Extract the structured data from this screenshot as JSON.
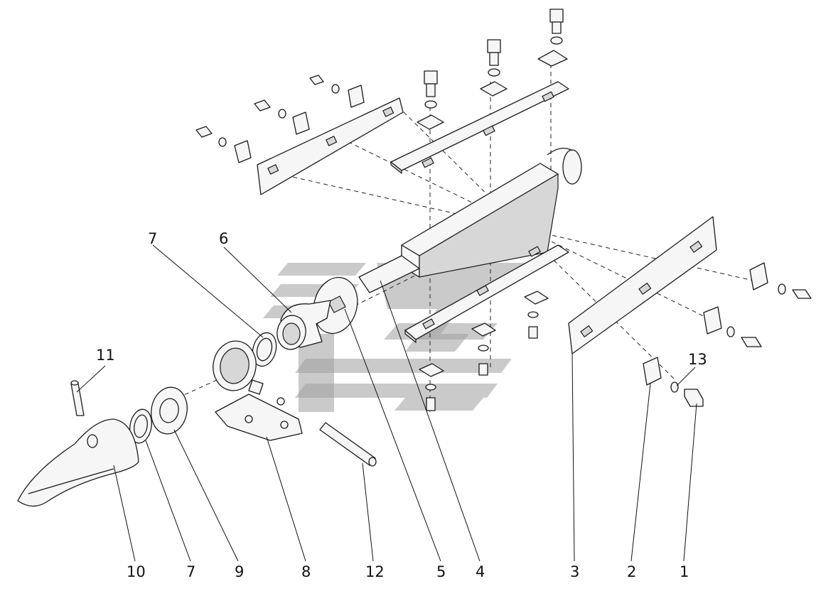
{
  "diagram": {
    "title": "",
    "callout_labels": [
      "1",
      "2",
      "3",
      "4",
      "5",
      "6",
      "7",
      "7",
      "8",
      "9",
      "10",
      "11",
      "12",
      "13"
    ],
    "callouts": [
      {
        "id": "c11",
        "label": "11"
      },
      {
        "id": "c7top",
        "label": "7"
      },
      {
        "id": "c6",
        "label": "6"
      },
      {
        "id": "c13",
        "label": "13"
      },
      {
        "id": "c10",
        "label": "10"
      },
      {
        "id": "c7bot",
        "label": "7"
      },
      {
        "id": "c9",
        "label": "9"
      },
      {
        "id": "c8",
        "label": "8"
      },
      {
        "id": "c12",
        "label": "12"
      },
      {
        "id": "c5",
        "label": "5"
      },
      {
        "id": "c4",
        "label": "4"
      },
      {
        "id": "c3",
        "label": "3"
      },
      {
        "id": "c2",
        "label": "2"
      },
      {
        "id": "c1",
        "label": "1"
      }
    ],
    "watermark": "logo-watermark"
  }
}
